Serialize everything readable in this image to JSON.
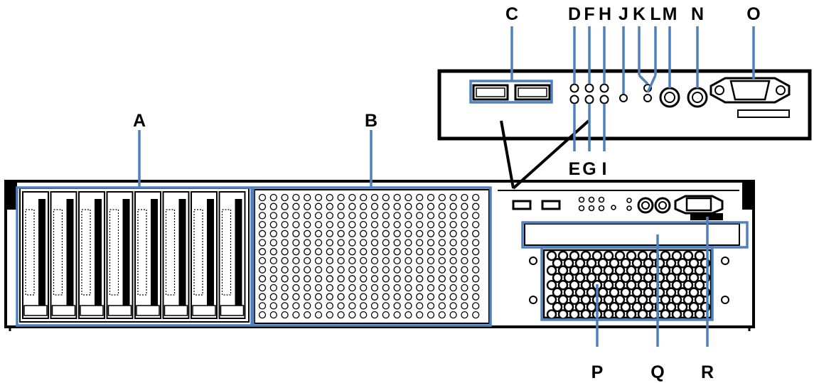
{
  "colors": {
    "callout": "#4f81bd",
    "outline": "#000000",
    "background": "#ffffff"
  },
  "labels": {
    "A": "A",
    "B": "B",
    "C": "C",
    "D": "D",
    "E": "E",
    "F": "F",
    "G": "G",
    "H": "H",
    "I": "I",
    "J": "J",
    "K": "K",
    "L": "L",
    "M": "M",
    "N": "N",
    "O": "O",
    "P": "P",
    "Q": "Q",
    "R": "R"
  }
}
